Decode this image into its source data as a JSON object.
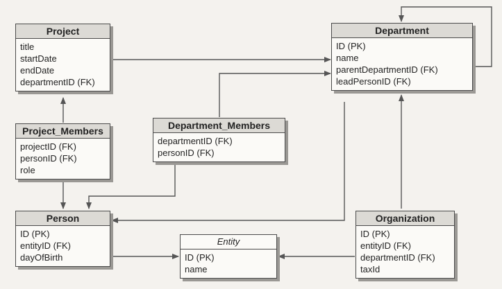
{
  "entities": {
    "project": {
      "name": "Project",
      "attributes": [
        "title",
        "startDate",
        "endDate",
        "departmentID (FK)"
      ]
    },
    "department": {
      "name": "Department",
      "attributes": [
        "ID (PK)",
        "name",
        "parentDepartmentID (FK)",
        "leadPersonID (FK)"
      ]
    },
    "project_members": {
      "name": "Project_Members",
      "attributes": [
        "projectID (FK)",
        "personID (FK)",
        "role"
      ]
    },
    "department_members": {
      "name": "Department_Members",
      "attributes": [
        "departmentID (FK)",
        "personID (FK)"
      ]
    },
    "person": {
      "name": "Person",
      "attributes": [
        "ID (PK)",
        "entityID (FK)",
        "dayOfBirth"
      ]
    },
    "entity": {
      "name": "Entity",
      "attributes": [
        "ID (PK)",
        "name"
      ]
    },
    "organization": {
      "name": "Organization",
      "attributes": [
        "ID (PK)",
        "entityID (FK)",
        "departmentID (FK)",
        "taxId"
      ]
    }
  },
  "relationships": [
    {
      "from": "project",
      "to": "department"
    },
    {
      "from": "department",
      "to": "department"
    },
    {
      "from": "project_members",
      "to": "project"
    },
    {
      "from": "project_members",
      "to": "person"
    },
    {
      "from": "department_members",
      "to": "department"
    },
    {
      "from": "department_members",
      "to": "person"
    },
    {
      "from": "department",
      "to": "person"
    },
    {
      "from": "person",
      "to": "entity"
    },
    {
      "from": "organization",
      "to": "entity"
    },
    {
      "from": "organization",
      "to": "department"
    }
  ],
  "colors": {
    "line": "#555555",
    "header_fill": "#dcdad5",
    "box_fill": "#fbfaf7"
  }
}
